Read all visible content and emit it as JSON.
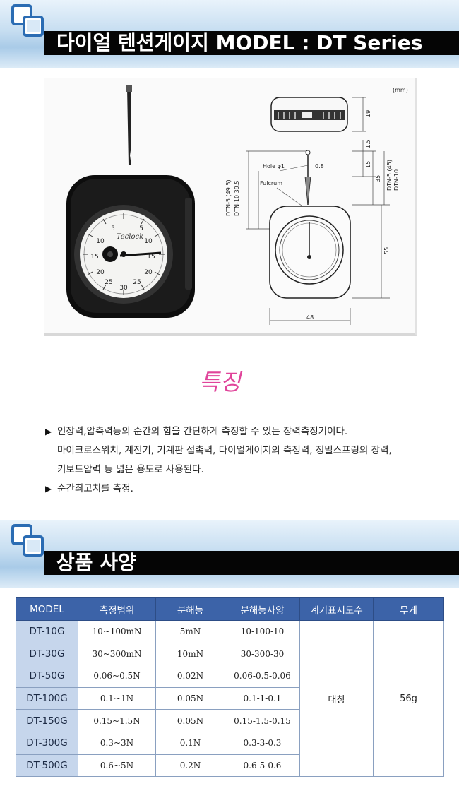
{
  "header1": {
    "title": "다이얼 텐션게이지 MODEL : DT Series"
  },
  "diagram": {
    "unit": "(mm)",
    "dim_19": "19",
    "dim_1_5": "1.5",
    "dim_15": "15",
    "dim_35": "35",
    "dim_0_8": "0.8",
    "dim_55": "55",
    "dim_48": "48",
    "hole_label": "Hole φ1",
    "fulcrum_label": "Fulcrum",
    "left_dim_1": "DTN-5 (49.5)",
    "left_dim_2": "DTN-10 39.5",
    "right_dim_1": "DTN-5 (45)",
    "right_dim_2": "DTN-10"
  },
  "dial": {
    "brand": "Teclock",
    "numbers": [
      "5",
      "5",
      "10",
      "10",
      "15",
      "15",
      "20",
      "20",
      "25",
      "25",
      "30"
    ]
  },
  "features": {
    "title": "특징",
    "lines": [
      "인장력,압축력등의 순간의 힘을 간단하게 측정할 수 있는 장력측정기이다.",
      "마이크로스위치, 계전기, 기계판 접촉력, 다이얼게이지의 측정력, 정밀스프링의 장력,",
      "키보드압력 등 넓은 용도로 사용된다.",
      "순간최고치를 측정."
    ],
    "bullet": "▶"
  },
  "header2": {
    "title": "상품 사양"
  },
  "spec_table": {
    "headers": [
      "MODEL",
      "측정범위",
      "분해능",
      "분해능사양",
      "계기표시도수",
      "무게"
    ],
    "rows": [
      [
        "DT-10G",
        "10~100mN",
        "5mN",
        "10-100-10"
      ],
      [
        "DT-30G",
        "30~300mN",
        "10mN",
        "30-300-30"
      ],
      [
        "DT-50G",
        "0.06~0.5N",
        "0.02N",
        "0.06-0.5-0.06"
      ],
      [
        "DT-100G",
        "0.1~1N",
        "0.05N",
        "0.1-1-0.1"
      ],
      [
        "DT-150G",
        "0.15~1.5N",
        "0.05N",
        "0.15-1.5-0.15"
      ],
      [
        "DT-300G",
        "0.3~3N",
        "0.1N",
        "0.3-3-0.3"
      ],
      [
        "DT-500G",
        "0.6~5N",
        "0.2N",
        "0.6-5-0.6"
      ]
    ],
    "display": "대칭",
    "weight": "56g"
  }
}
